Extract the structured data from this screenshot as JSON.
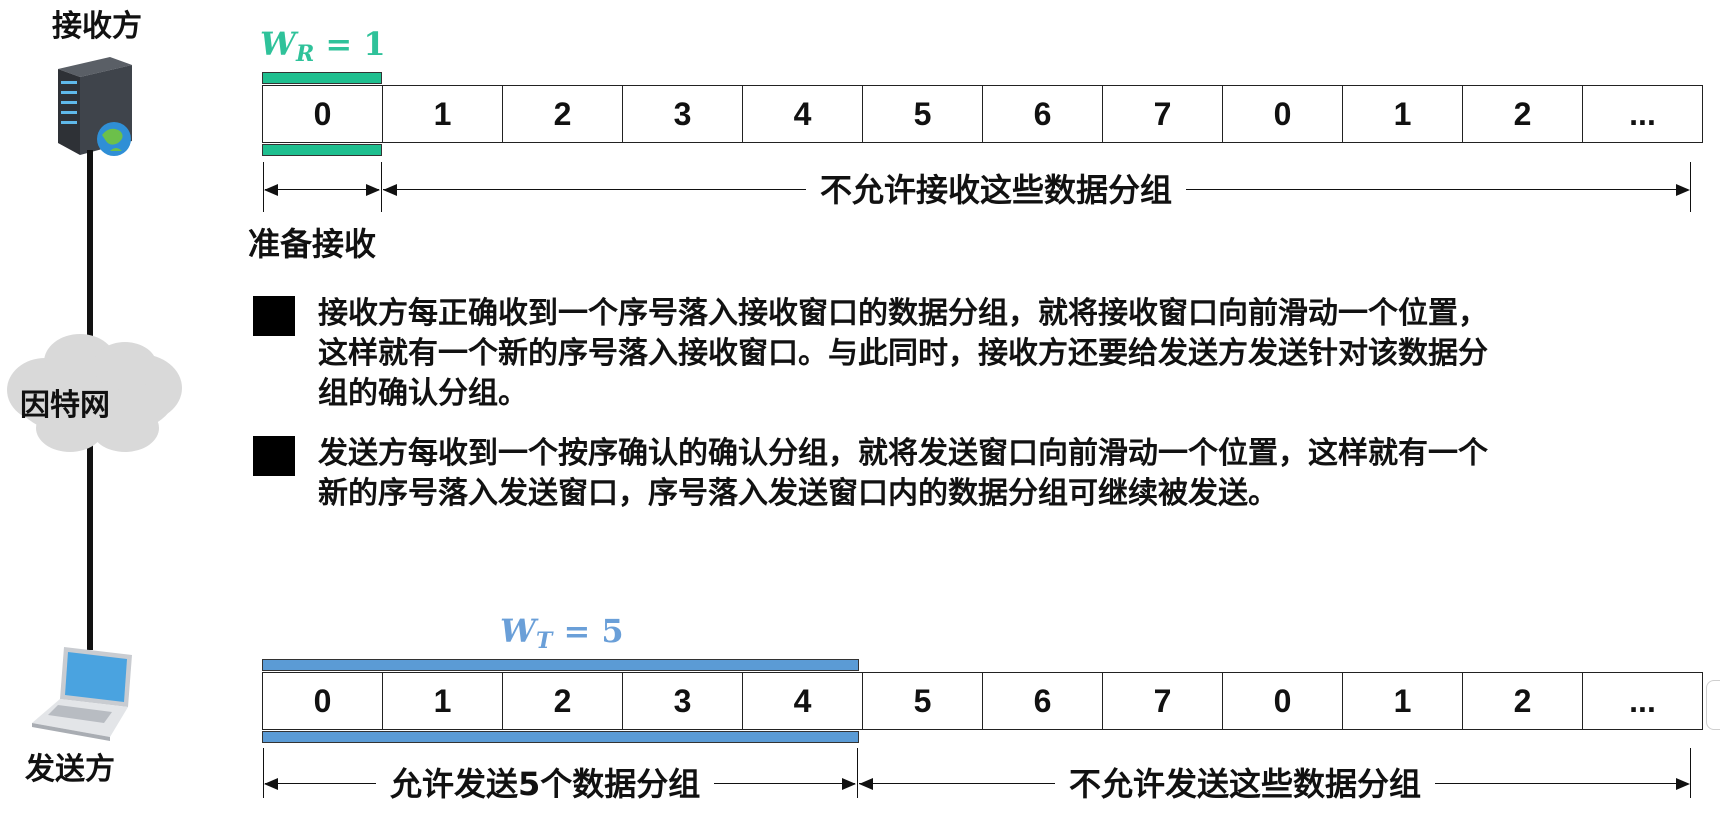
{
  "receiver": {
    "label": "接收方",
    "window_formula": {
      "var": "W",
      "sub": "R",
      "value": "= 1"
    },
    "ready_label": "准备接收",
    "rejected_label": "不允许接收这些数据分组",
    "sequence": [
      "0",
      "1",
      "2",
      "3",
      "4",
      "5",
      "6",
      "7",
      "0",
      "1",
      "2",
      "..."
    ],
    "window_size": 1
  },
  "internet_label": "因特网",
  "bullets": [
    "接收方每正确收到一个序号落入接收窗口的数据分组，就将接收窗口向前滑动一个位置，\n这样就有一个新的序号落入接收窗口。与此同时，接收方还要给发送方发送针对该数据分\n组的确认分组。",
    "发送方每收到一个按序确认的确认分组，就将发送窗口向前滑动一个位置，这样就有一个\n新的序号落入发送窗口，序号落入发送窗口内的数据分组可继续被发送。"
  ],
  "sender": {
    "label": "发送方",
    "window_formula": {
      "var": "W",
      "sub": "T",
      "value": "= 5"
    },
    "allowed_label": "允许发送5个数据分组",
    "rejected_label": "不允许发送这些数据分组",
    "sequence": [
      "0",
      "1",
      "2",
      "3",
      "4",
      "5",
      "6",
      "7",
      "0",
      "1",
      "2",
      "..."
    ],
    "window_size": 5
  },
  "colors": {
    "receiver_window": "#1fbf8f",
    "sender_window": "#5b9bd5",
    "receiver_formula": "#2fc29a",
    "sender_formula": "#6a9fd8"
  }
}
